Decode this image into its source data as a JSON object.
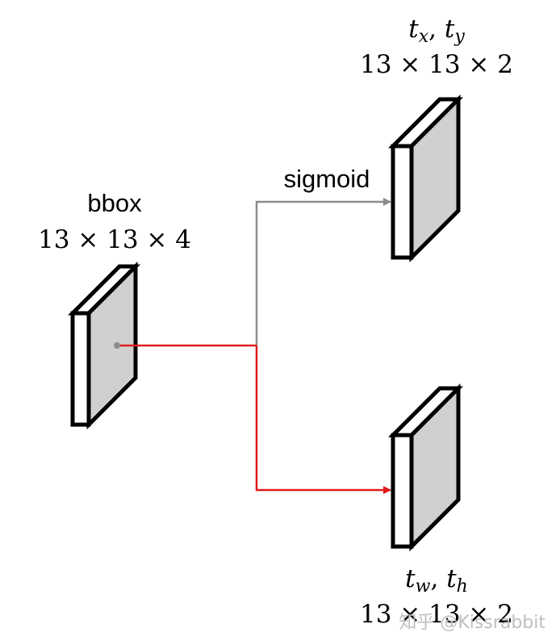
{
  "input": {
    "name": "bbox",
    "shape": "13 × 13 × 4"
  },
  "top_output": {
    "name_main_1": "t",
    "name_sub_1": "x",
    "name_sep": ", ",
    "name_main_2": "t",
    "name_sub_2": "y",
    "shape": "13 × 13 × 2"
  },
  "bottom_output": {
    "name_main_1": "t",
    "name_sub_1": "w",
    "name_sep": ", ",
    "name_main_2": "t",
    "name_sub_2": "h",
    "shape": "13 × 13 × 2"
  },
  "edges": {
    "top_label": "sigmoid"
  },
  "watermark": "知乎 @Kissrabbit",
  "colors": {
    "block_fill": "#d0d0d0",
    "block_stroke": "#000000",
    "arrow_sigmoid": "#8c8c8c",
    "arrow_red": "#e01b1b"
  }
}
